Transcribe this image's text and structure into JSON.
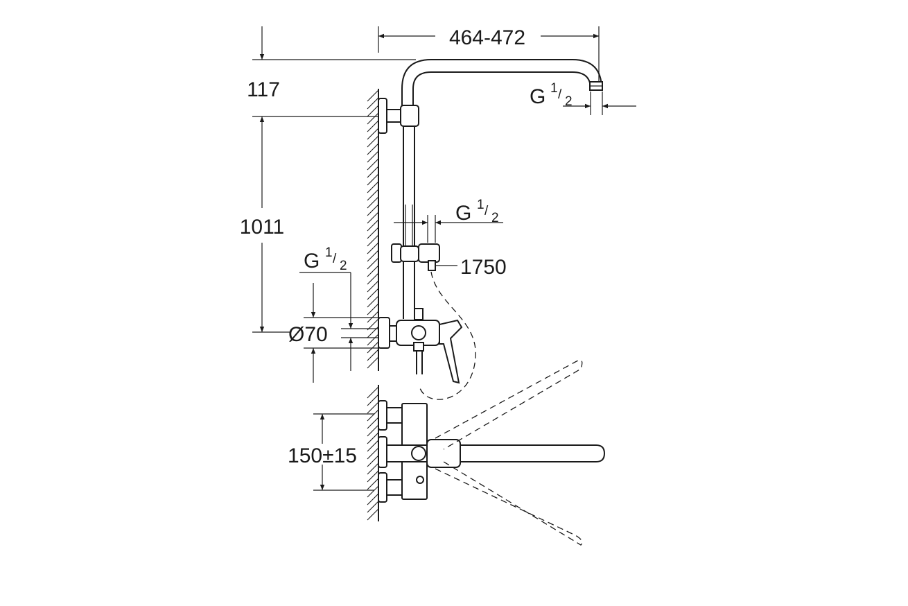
{
  "dimensions": {
    "arm_projection": "464-472",
    "top_offset": "117",
    "rail_height": "1011",
    "outlet_height": "1750",
    "rosette_diameter": "Ø70",
    "inlet_spacing": "150±15"
  },
  "threads": {
    "head_connection": {
      "main": "G",
      "num": "1",
      "slash": "/",
      "den": "2"
    },
    "hand_shower_connection": {
      "main": "G",
      "num": "1",
      "slash": "/",
      "den": "2"
    },
    "wall_inlet": {
      "main": "G",
      "num": "1",
      "slash": "/",
      "den": "2"
    }
  }
}
